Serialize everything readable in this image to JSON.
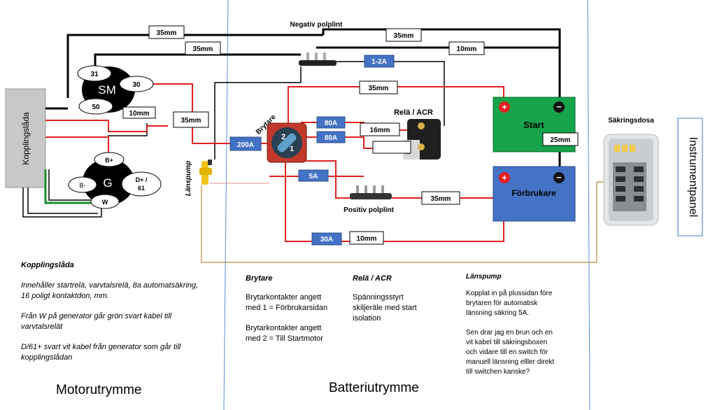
{
  "diagram": {
    "kopplingslada_label": "Kopplingslåda",
    "negativ_polplint": "Negativ polplint",
    "positiv_polplint": "Positiv polplint",
    "brytare_label": "Brytare",
    "rela_acr_label": "Relä / ACR",
    "sakringsdosa_label": "Säkringsdosa",
    "instrumentpanel_label": "Instrumentpanel",
    "lanspump_label": "Länspump",
    "battery_start": "Start",
    "battery_forbrukare": "Förbrukare",
    "starter_motor": {
      "label": "SM",
      "terminal_31": "31",
      "terminal_30": "30",
      "terminal_50": "50"
    },
    "generator": {
      "label": "G",
      "terminal_bplus": "B+",
      "terminal_bminus": "B-",
      "terminal_dplus_1": "D+ /",
      "terminal_dplus_2": "61",
      "terminal_w": "W"
    },
    "cables": {
      "c1": "35mm",
      "c2": "35mm",
      "c3": "35mm",
      "c4": "10mm",
      "c5": "35mm",
      "c6": "10mm",
      "c7": "35mm",
      "c8": "16mm",
      "c9": "25mm",
      "c10": "35mm",
      "c11": "10mm"
    },
    "fuses": {
      "f1": "1-2A",
      "f2": "80A",
      "f3": "80A",
      "f4": "200A",
      "f5": "5A",
      "f6": "30A"
    }
  },
  "notes": {
    "kopplingslada": {
      "title": "Kopplingslåda",
      "l1": "Innehåller startrelä, varvtalsrelä, 8a automatsäkring,",
      "l2": "16 poligt kontaktdon, mm.",
      "l3": "Från W på generator går grön svart kabel till",
      "l4": "varvtalsrelät",
      "l5": "D/61+ svart vit kabel från generator som går till",
      "l6": "kopplingslådan"
    },
    "brytare": {
      "title": "Brytare",
      "l1": "Brytarkontakter angett",
      "l2": "med 1 = Förbrukarsidan",
      "l3": "Brytarkontakter angett",
      "l4": "med 2 = Till Startmotor"
    },
    "rela": {
      "title": "Relä / ACR",
      "l1": "Spänningsstyrt",
      "l2": "skiljeräle med start",
      "l3": "isolation"
    },
    "lanspump": {
      "title": "Länspump",
      "l1": "Kopplat in på plussidan före",
      "l2": "brytaren för automatisk",
      "l3": "länsning säkring 5A.",
      "l4": "Sen drar jag en brun och en",
      "l5": "vit kabel till säkringsboxen",
      "l6": "och vidare till en switch för",
      "l7": "manuell länsning elller direkt",
      "l8": "till switchen kanske?"
    }
  },
  "zones": {
    "motorutrymme": "Motorutrymme",
    "batteriutrymme": "Batteriutrymme"
  },
  "colors": {
    "wire_positive": "#e02020",
    "wire_negative": "#000000",
    "wire_green": "#1a8c2e",
    "wire_brown": "#b08a3e",
    "fuse_label": "#4472c4",
    "start_battery": "#16a34a",
    "forbrukare_battery": "#4472c4"
  }
}
